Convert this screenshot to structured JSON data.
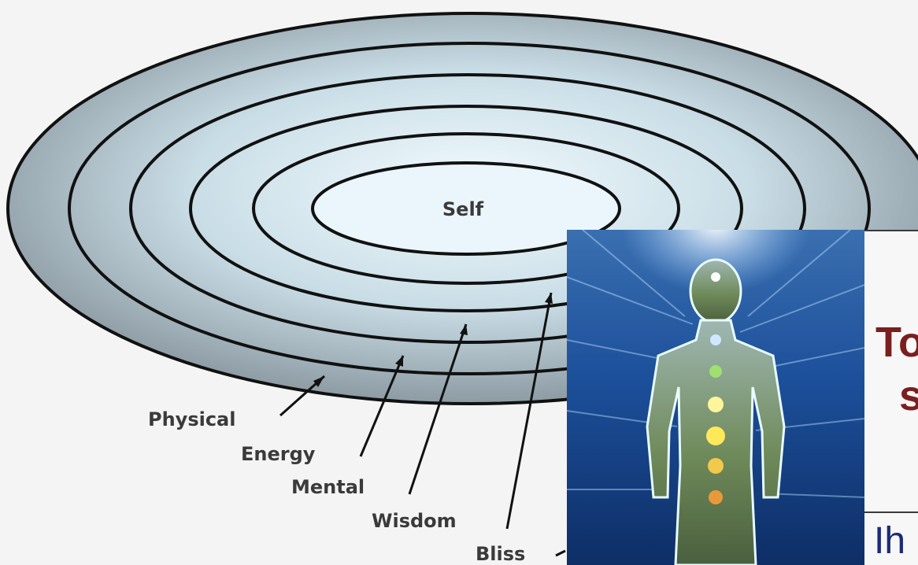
{
  "diagram": {
    "center_label": "Self",
    "ring_labels": [
      "Physical",
      "Energy",
      "Mental",
      "Wisdom",
      "Bliss"
    ],
    "colors": {
      "outer": "#8d9ba3",
      "inner": "#f2fbff",
      "line": "#111111"
    }
  },
  "photo": {
    "icon": "glowing-human-energy-body"
  },
  "side_panel": {
    "title_line_1": "To",
    "title_line_2": "s",
    "subtext": "Ih",
    "colors": {
      "title": "#7a1f1f",
      "subtext": "#1d2a7a"
    }
  }
}
